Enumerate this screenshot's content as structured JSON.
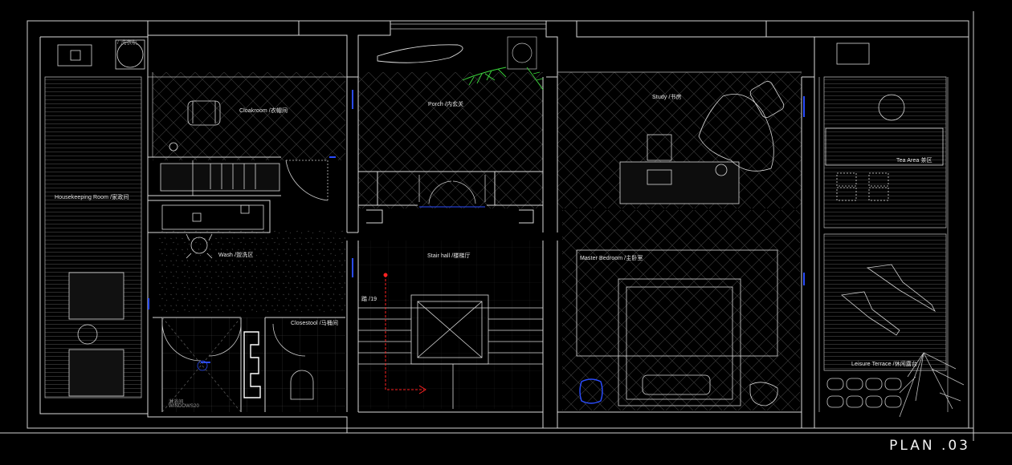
{
  "plan_title": "PLAN .03",
  "rooms": {
    "housekeeping": "Housekeeping Room /家政间",
    "cloakroom": "Cloakroom /衣帽间",
    "porch": "Porch /内玄关",
    "study": "Study /书房",
    "tea_area": "Tea Area 茶区",
    "wash": "Wash /盥洗区",
    "stair_hall": "Stair hall /楼梯厅",
    "master_bedroom": "Master Bedroom /主卧室",
    "closestool": "Closestool /马桶间",
    "leisure_terrace": "Leisure Terrace /休闲露台"
  },
  "notes": {
    "washer": "/ 洗衣机",
    "stair_count": "踏 /19",
    "shower_note_1": "淋浴间",
    "shower_note_2": "WINDOWS20"
  },
  "colors": {
    "line": "#d9d9d9",
    "hatch": "#3a3a3a",
    "door_accent": "#2a4cff",
    "stair_arrow": "#ff2222",
    "plant": "#3bd63b"
  }
}
